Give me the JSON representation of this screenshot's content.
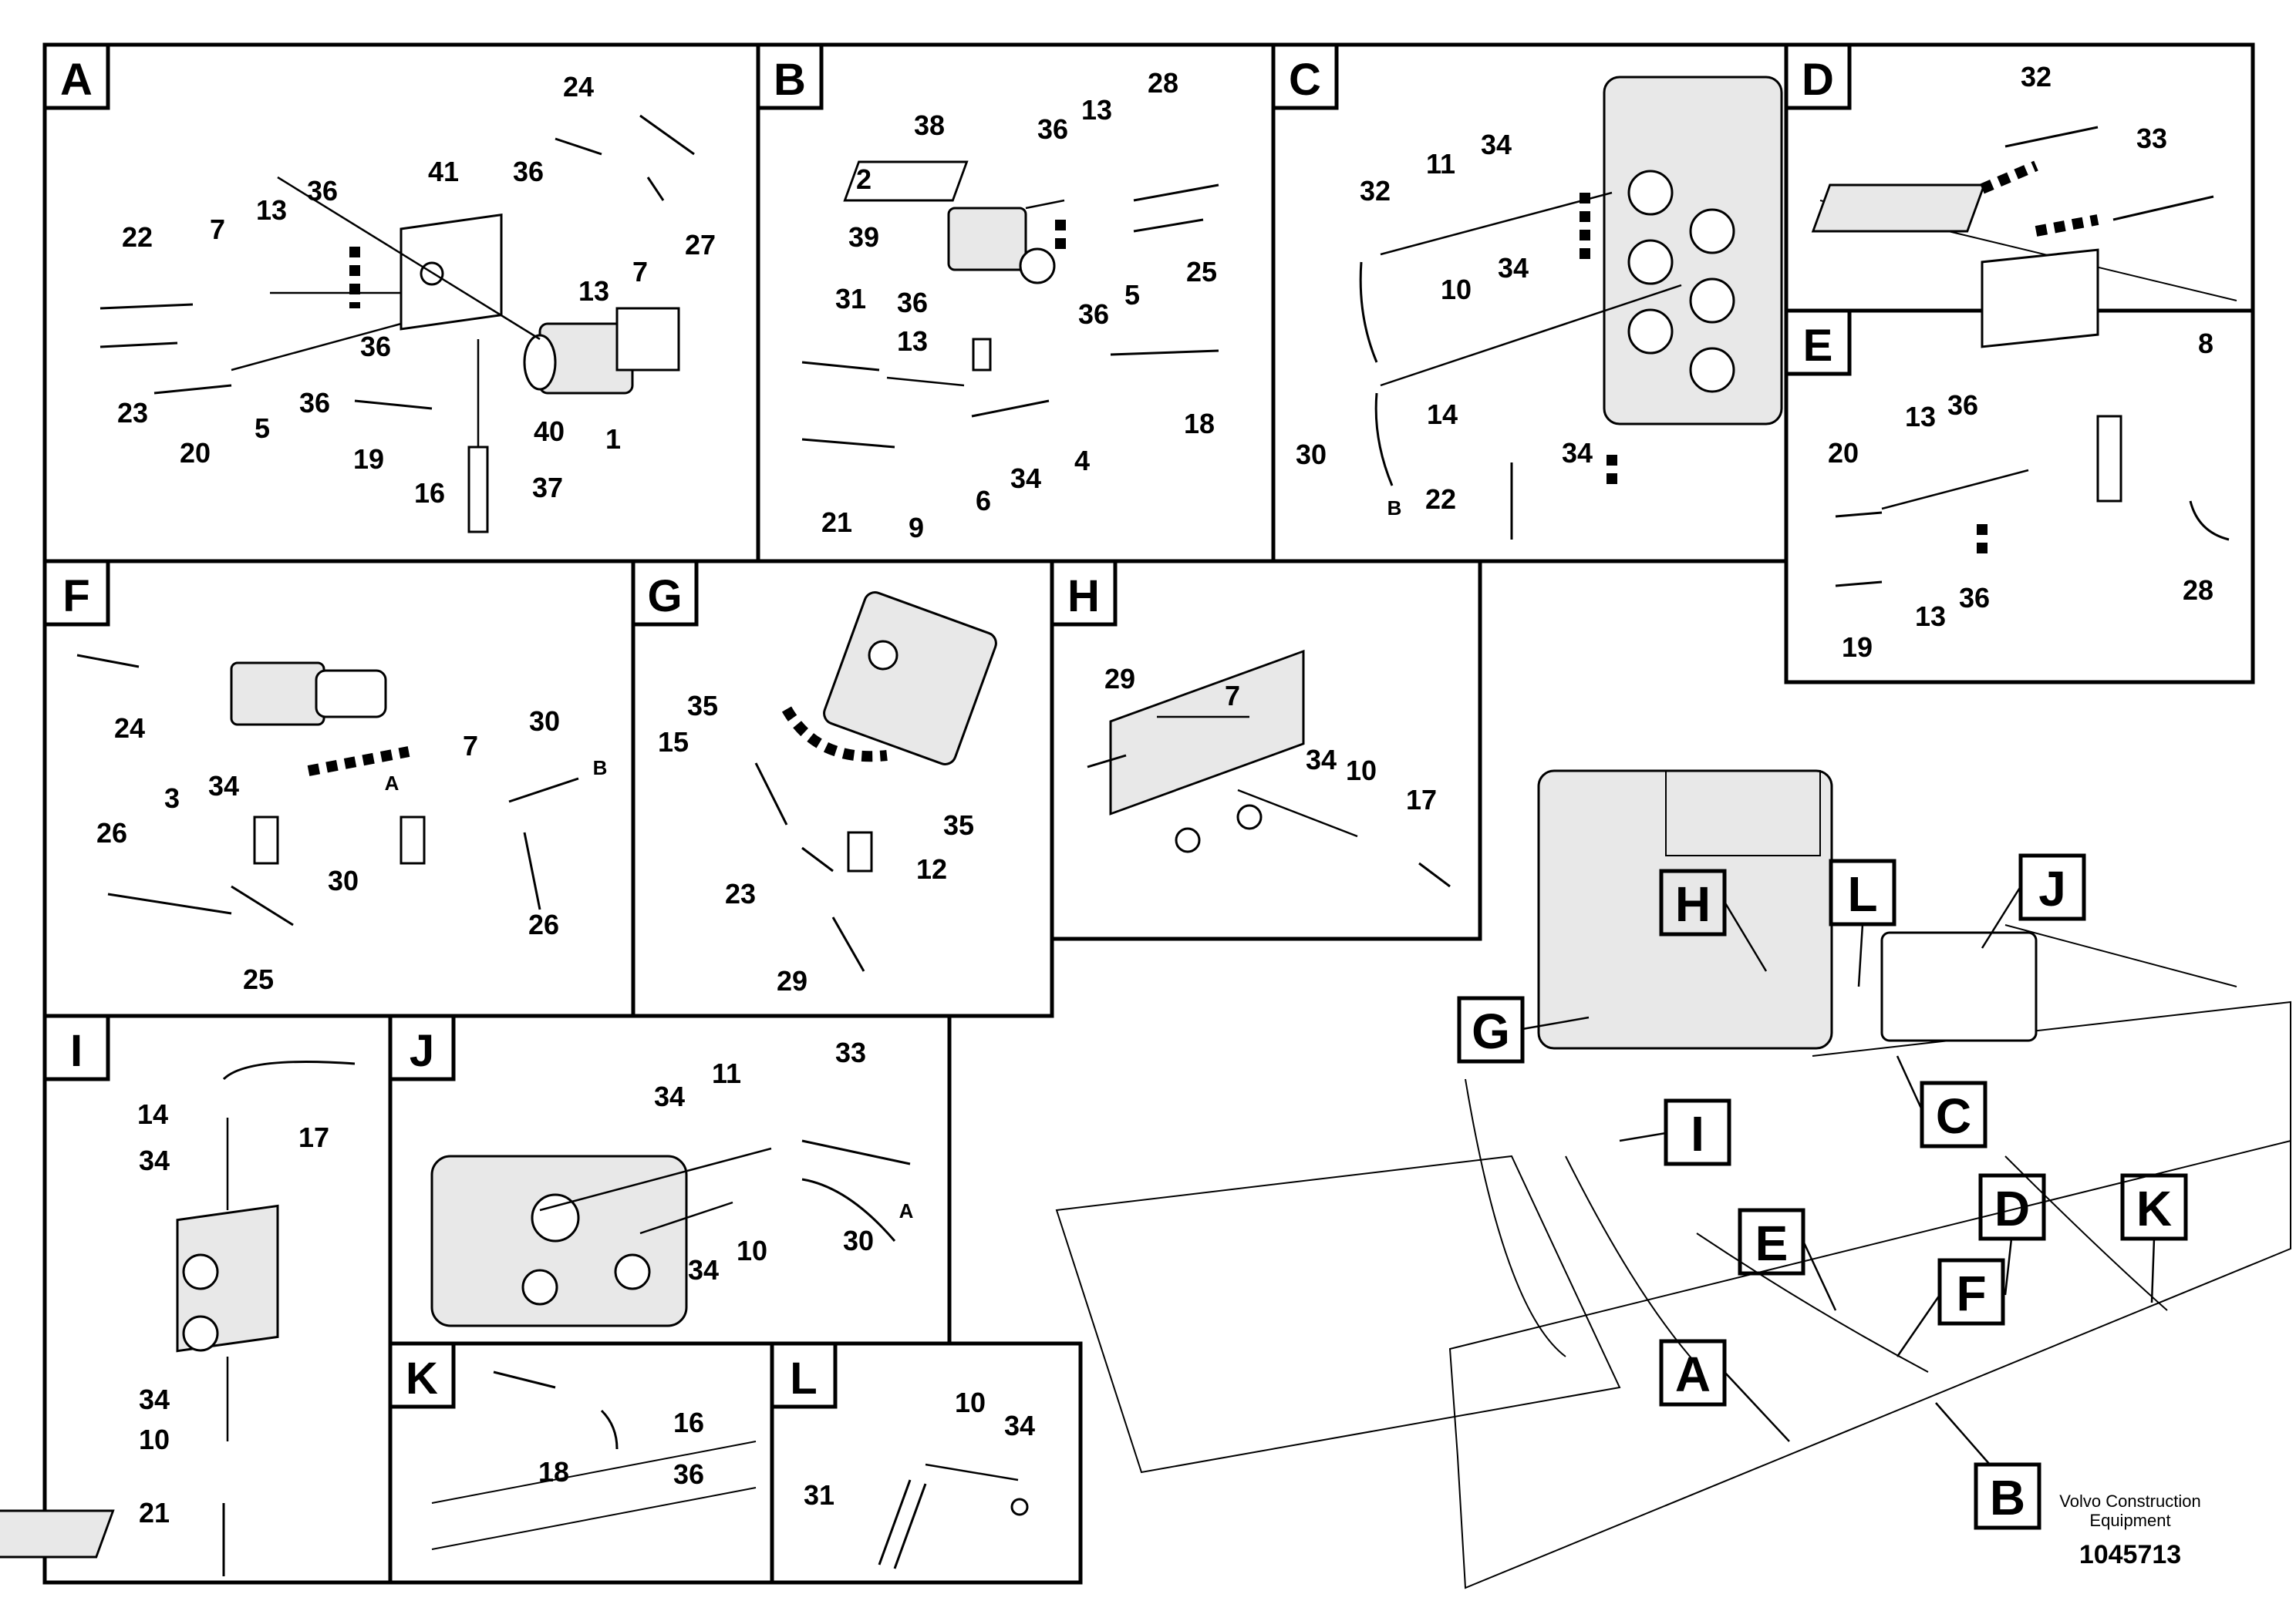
{
  "panels": [
    {
      "id": "A",
      "labels": [
        "24",
        "41",
        "36",
        "13",
        "7",
        "27",
        "22",
        "7",
        "13",
        "36",
        "36",
        "23",
        "20",
        "5",
        "36",
        "19",
        "16",
        "40",
        "37",
        "1"
      ]
    },
    {
      "id": "B",
      "labels": [
        "38",
        "36",
        "13",
        "28",
        "2",
        "39",
        "25",
        "5",
        "36",
        "31",
        "36",
        "13",
        "18",
        "4",
        "21",
        "9",
        "6",
        "34"
      ]
    },
    {
      "id": "C",
      "labels": [
        "32",
        "11",
        "34",
        "10",
        "34",
        "14",
        "34",
        "30",
        "B",
        "22"
      ]
    },
    {
      "id": "D",
      "labels": [
        "32",
        "33"
      ]
    },
    {
      "id": "E",
      "labels": [
        "8",
        "20",
        "13",
        "36",
        "28",
        "19",
        "13",
        "36"
      ]
    },
    {
      "id": "F",
      "labels": [
        "24",
        "30",
        "B",
        "7",
        "3",
        "34",
        "A",
        "26",
        "30",
        "26",
        "25"
      ]
    },
    {
      "id": "G",
      "labels": [
        "35",
        "15",
        "35",
        "12",
        "23",
        "29"
      ]
    },
    {
      "id": "H",
      "labels": [
        "29",
        "7",
        "34",
        "10",
        "17"
      ]
    },
    {
      "id": "I",
      "labels": [
        "14",
        "17",
        "34",
        "34",
        "10",
        "21"
      ]
    },
    {
      "id": "J",
      "labels": [
        "33",
        "34",
        "11",
        "34",
        "10",
        "30",
        "A"
      ]
    },
    {
      "id": "K",
      "labels": [
        "16",
        "18",
        "36"
      ]
    },
    {
      "id": "L",
      "labels": [
        "10",
        "34",
        "31"
      ]
    }
  ],
  "overview_callouts": [
    "H",
    "L",
    "J",
    "G",
    "I",
    "C",
    "E",
    "D",
    "K",
    "F",
    "A",
    "B"
  ],
  "maker": "Volvo Construction Equipment",
  "maker_line1": "Volvo Construction",
  "maker_line2": "Equipment",
  "doc_number": "1045713"
}
